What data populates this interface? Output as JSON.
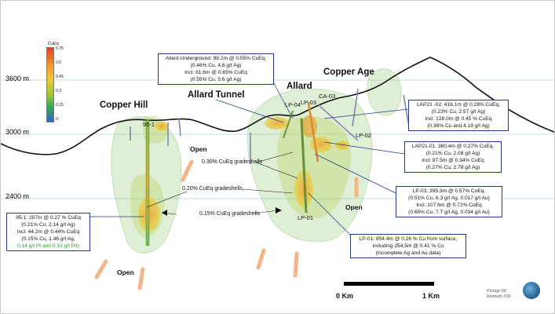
{
  "elevations": [
    "3600 m",
    "3000 m",
    "2400 m"
  ],
  "deposits": {
    "copper_hill": "Copper Hill",
    "allard_tunnel": "Allard Tunnel",
    "allard": "Allard",
    "copper_age": "Copper Age"
  },
  "legend": {
    "title": "CuEq",
    "ticks": [
      "0.75",
      "0.6",
      "0.45",
      "0.3",
      "0.15",
      "0"
    ],
    "colors": [
      "#e8412a",
      "#f38b2a",
      "#f7c531",
      "#a9c93a",
      "#3aa457",
      "#2b69c6"
    ]
  },
  "drill_holes": {
    "hole_95_1": "95-1",
    "lp04": "LP-04",
    "lp03": "LP-03",
    "ca03": "CA-03",
    "lp02": "LP-02",
    "lp01": "LP-01"
  },
  "open_labels": {
    "open_mid": "Open",
    "open_right": "Open",
    "open_bottom": "Open"
  },
  "gradeshells": {
    "shell_030": "0.30% CuEq gradeshells",
    "shell_020": "0.20% CuEq gradeshells",
    "shell_015": "0.15% CuEq gradeshells"
  },
  "callouts": {
    "allard_underground": [
      "Allard Underground: 98.2m @ 0.55% CuEq,",
      "(0.46% Cu, 4.8 g/t Ag)",
      "Incl: 61.6m @ 0.65% CuEq",
      "(0.55% Cu, 5.6 g/t Ag)"
    ],
    "lap21_02": [
      "LAP21 -02: 416.1m @ 0.28% CuEq,",
      "(0.23% Cu, 2.57 g/t Ag)",
      "incl: 128.0m @ 0.45 % CuEq",
      "(0.38% Cu and 4.19 g/t Ag)"
    ],
    "lap21_01": [
      "LAP21-01: 380.4m @ 0.27% CuEq,",
      "(0.21% Cu, 2.08 g/t Ag)",
      "incl: 97.5m @ 0.34% CuEq",
      "(0.27% Cu, 2.78 g/t Ag)"
    ],
    "lp03": [
      "LP-03: 395.3m @ 0.57% CuEq,",
      "(0.51% Cu, 6.3 g/t Ag, 0.017 g/t Au)",
      "Incl: 107.6m @ 0.72% CuEq",
      "(0.65% Cu, 7.7 g/t Ag, 0.034 g/t Au)"
    ],
    "lp01": [
      "LP-01: 854.4m @ 0.26 % Cu from surface,",
      "including 254.5m @ 0.41 % Cu",
      "(incomplete Ag and Au data)"
    ],
    "hole_95_1": [
      "95-1: 207m @ 0.27 % CuEq",
      "(0.21% Cu, 2.14 g/t Ag)",
      "Incl: 44.2m @ 0.44% CuEq",
      "(0.15% Cu, 1.46 g/t Ag,",
      "0.14 g/t Pt and 0.10 g/t Pd)"
    ]
  },
  "scale": {
    "start": "0 Km",
    "end": "1 Km"
  },
  "orientation": {
    "plunge": "Plunge 00",
    "azimuth": "Azimuth 209"
  }
}
